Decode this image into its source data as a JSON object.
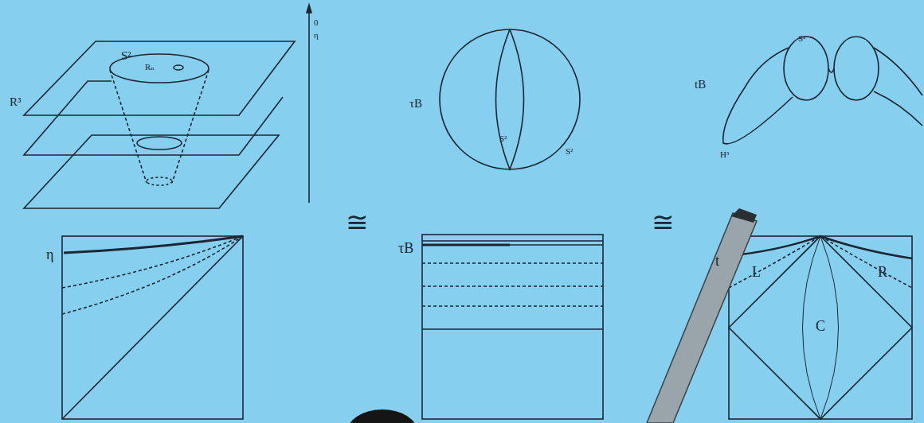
{
  "diagram": {
    "labels": [
      "S²",
      "R³",
      "Rₙ",
      "0",
      "η",
      "τB",
      "S²",
      "S²",
      "tB",
      "S²",
      "H³",
      "η",
      "≅",
      "τB",
      "≅",
      "t",
      "L",
      "R",
      "C"
    ]
  }
}
